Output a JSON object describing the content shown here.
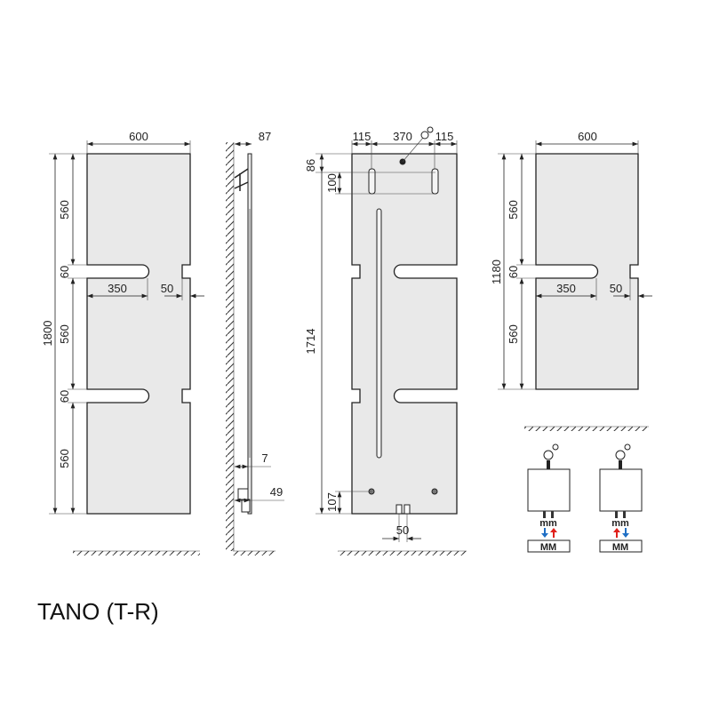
{
  "title": "TANO (T-R)",
  "front": {
    "width": "600",
    "height": "1800",
    "seg1": "560",
    "gap1": "60",
    "seg2": "560",
    "gap2": "60",
    "seg3": "560",
    "slot": "350",
    "notch": "50"
  },
  "side": {
    "depth": "87",
    "offset7": "7",
    "offset49": "49"
  },
  "rear": {
    "left": "115",
    "center": "370",
    "right": "115",
    "top": "86",
    "bracket": "100",
    "height": "1714",
    "bottom": "107",
    "valve": "50"
  },
  "short": {
    "width": "600",
    "height": "1180",
    "seg1": "560",
    "gap": "60",
    "seg2": "560",
    "slot": "350",
    "notch": "50"
  },
  "connections": [
    {
      "pipes": "mm",
      "box": "MM",
      "left_arrow": "down",
      "right_arrow": "up",
      "left_color": "#1f6fc5",
      "right_color": "#e0201b"
    },
    {
      "pipes": "mm",
      "box": "MM",
      "left_arrow": "up",
      "right_arrow": "down",
      "left_color": "#e0201b",
      "right_color": "#1f6fc5"
    }
  ]
}
